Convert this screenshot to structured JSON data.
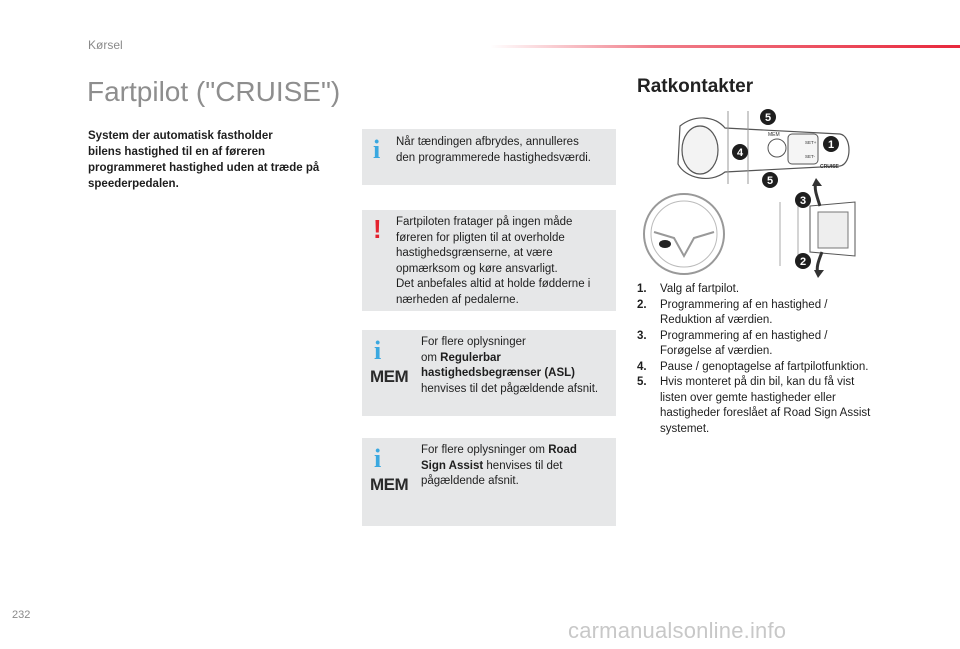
{
  "header": {
    "section": "Kørsel"
  },
  "title": "Fartpilot (\"CRUISE\")",
  "intro": [
    "System der automatisk fastholder",
    "bilens hastighed til en af føreren",
    "programmeret hastighed uden at træde på",
    "speederpedalen."
  ],
  "box1": {
    "icon": "i",
    "lines": [
      "Når tændingen afbrydes, annulleres",
      "den programmerede hastighedsværdi."
    ]
  },
  "box2": {
    "icon": "!",
    "lines": [
      "Fartpiloten fratager på ingen måde",
      "føreren for pligten til at overholde",
      "hastighedsgrænserne, at være",
      "opmærksom og køre ansvarligt.",
      "Det anbefales altid at holde fødderne i",
      "nærheden af pedalerne."
    ]
  },
  "box3": {
    "icon": "i",
    "mem": "MEM",
    "line1": "For flere oplysninger",
    "line2_pre": "om ",
    "line2_bold": "Regulerbar",
    "line3_bold": "hastighedsbegrænser (ASL)",
    "line4": "henvises til det pågældende afsnit."
  },
  "box4": {
    "icon": "i",
    "mem": "MEM",
    "line1_pre": "For flere oplysninger om ",
    "line1_bold": "Road",
    "line2_bold": "Sign Assist",
    "line2_post": " henvises til det",
    "line3": "pågældende afsnit."
  },
  "section": {
    "title": "Ratkontakter"
  },
  "diagram": {
    "callouts": [
      "1",
      "2",
      "3",
      "4",
      "5",
      "5"
    ],
    "labels": {
      "mem": "MEM",
      "set_plus": "SET+",
      "set_minus": "SET-",
      "cruise": "CRUISE"
    }
  },
  "list": [
    {
      "num": "1.",
      "lines": [
        "Valg af fartpilot."
      ]
    },
    {
      "num": "2.",
      "lines": [
        "Programmering af en hastighed /",
        "Reduktion af værdien."
      ]
    },
    {
      "num": "3.",
      "lines": [
        "Programmering af en hastighed /",
        "Forøgelse af værdien."
      ]
    },
    {
      "num": "4.",
      "lines": [
        "Pause / genoptagelse af fartpilotfunktion."
      ]
    },
    {
      "num": "5.",
      "lines": [
        "Hvis monteret på din bil, kan du få vist",
        "listen over gemte hastigheder eller",
        "hastigheder foreslået af Road Sign Assist",
        "systemet."
      ]
    }
  ],
  "page_number": "232",
  "watermark": "carmanualsonline.info"
}
